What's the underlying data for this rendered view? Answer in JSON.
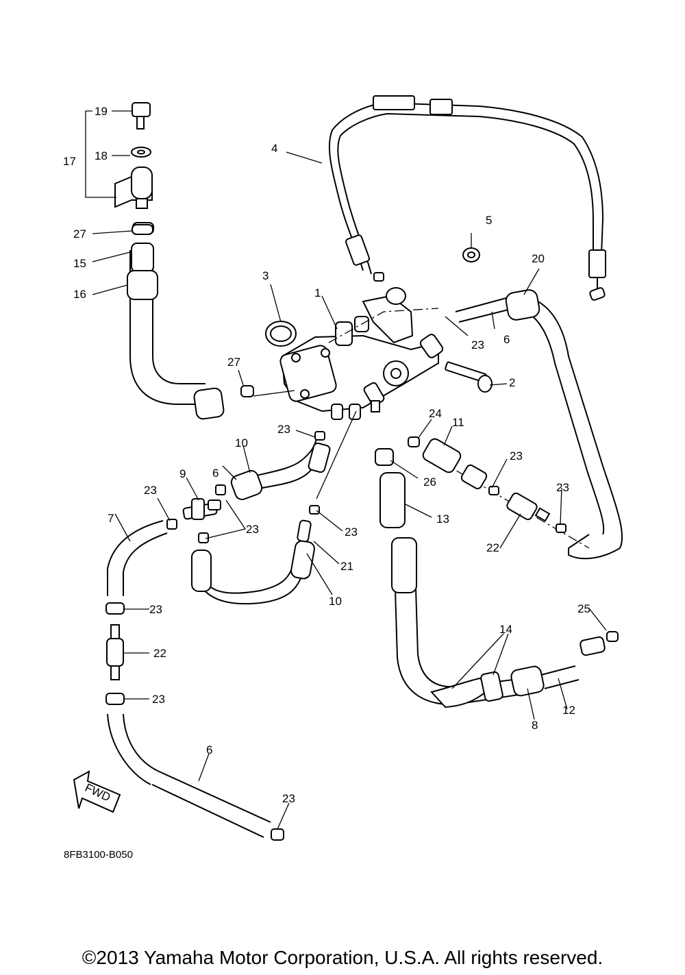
{
  "diagram": {
    "code": "8FB3100-B050",
    "copyright": "©2013 Yamaha Motor Corporation, U.S.A. All rights reserved.",
    "fwd_label": "FWD",
    "callouts": [
      {
        "label": "19"
      },
      {
        "label": "18"
      },
      {
        "label": "17"
      },
      {
        "label": "27"
      },
      {
        "label": "15"
      },
      {
        "label": "16"
      },
      {
        "label": "4"
      },
      {
        "label": "5"
      },
      {
        "label": "20"
      },
      {
        "label": "3"
      },
      {
        "label": "1"
      },
      {
        "label": "23"
      },
      {
        "label": "6"
      },
      {
        "label": "27"
      },
      {
        "label": "2"
      },
      {
        "label": "23"
      },
      {
        "label": "10"
      },
      {
        "label": "24"
      },
      {
        "label": "11"
      },
      {
        "label": "6"
      },
      {
        "label": "9"
      },
      {
        "label": "23"
      },
      {
        "label": "26"
      },
      {
        "label": "23"
      },
      {
        "label": "23"
      },
      {
        "label": "7"
      },
      {
        "label": "23"
      },
      {
        "label": "23"
      },
      {
        "label": "13"
      },
      {
        "label": "22"
      },
      {
        "label": "21"
      },
      {
        "label": "10"
      },
      {
        "label": "23"
      },
      {
        "label": "25"
      },
      {
        "label": "14"
      },
      {
        "label": "22"
      },
      {
        "label": "23"
      },
      {
        "label": "12"
      },
      {
        "label": "8"
      },
      {
        "label": "6"
      },
      {
        "label": "23"
      }
    ]
  }
}
